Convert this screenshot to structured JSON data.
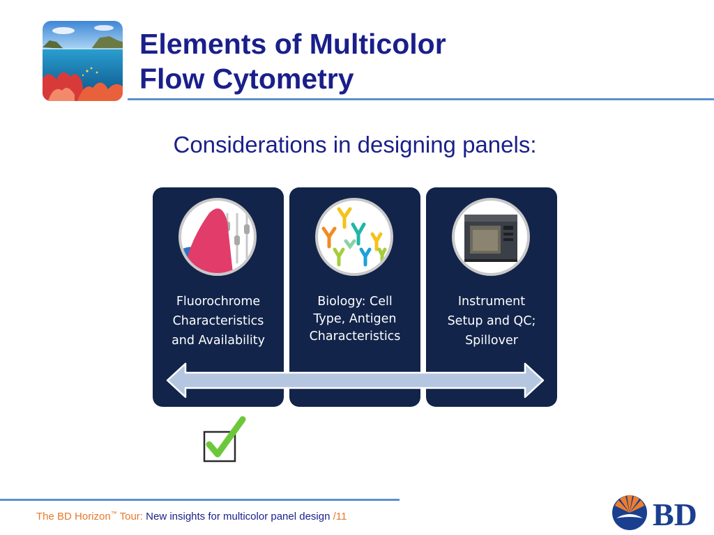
{
  "header": {
    "title_line1": "Elements of Multicolor",
    "title_line2": "Flow Cytometry"
  },
  "subtitle": "Considerations in designing panels:",
  "panels": [
    {
      "line1": "Fluorochrome",
      "line2": "Characteristics",
      "line3": "and Availability",
      "icon": "fluorochrome-spectrum-icon"
    },
    {
      "line1": "Biology: Cell",
      "line2": "Type, Antigen",
      "line3": "Characteristics",
      "icon": "antibody-icon"
    },
    {
      "line1": "Instrument",
      "line2": "Setup and QC;",
      "line3": "Spillover",
      "icon": "flow-cytometer-instrument-icon"
    }
  ],
  "footer": {
    "brand": "The BD Horizon",
    "tm": "™",
    "tour": " Tour: ",
    "description": "New insights for multicolor panel design",
    "page": " /11"
  },
  "logo": {
    "text": "BD"
  },
  "colors": {
    "title": "#1a1f8a",
    "panel_bg": "#12244a",
    "accent_rule": "#5b8fd0",
    "footer_orange": "#e8782a",
    "check_green": "#6cc83a",
    "logo_blue": "#1b3f8f",
    "logo_orange": "#ef7d2b"
  },
  "icons": [
    "ocean-reef-thumbnail",
    "double-headed-arrow-icon",
    "checkbox-checked-icon",
    "bd-logo-icon"
  ]
}
